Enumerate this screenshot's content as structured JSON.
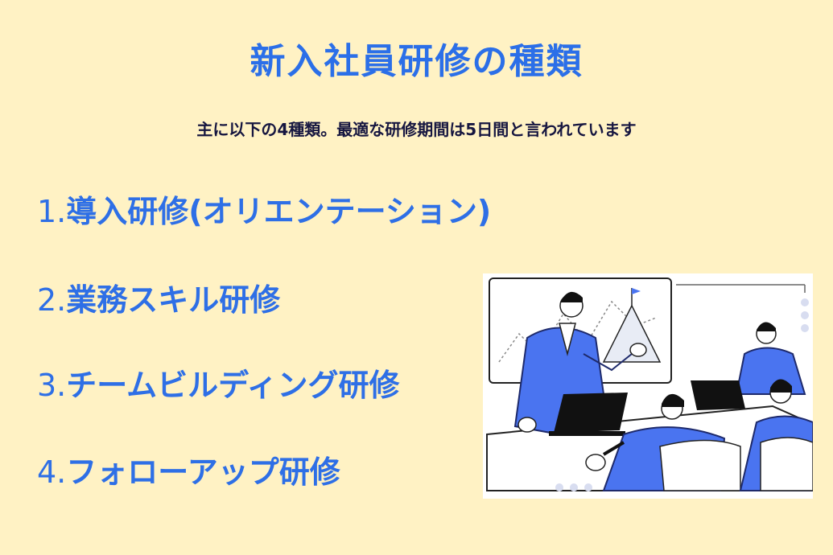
{
  "title": "新入社員研修の種類",
  "subtitle": "主に以下の4種類。最適な研修期間は5日間と言われています",
  "items": [
    {
      "number": "1.",
      "label": "導入研修(オリエンテーション)"
    },
    {
      "number": "2.",
      "label": "業務スキル研修"
    },
    {
      "number": "3.",
      "label": "チームビルディング研修"
    },
    {
      "number": "4.",
      "label": "フォローアップ研修"
    }
  ],
  "colors": {
    "background": "#FFF2C4",
    "accent": "#2E6FE6",
    "subtitle": "#161640",
    "illustration_blue": "#4A74F0"
  },
  "illustration": "business-meeting-presentation"
}
